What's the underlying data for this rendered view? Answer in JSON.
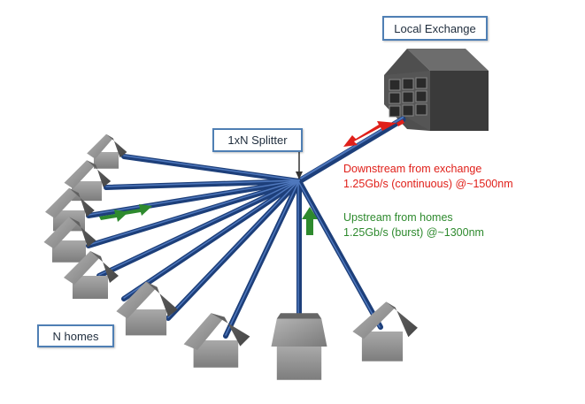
{
  "labels": {
    "local_exchange": "Local Exchange",
    "splitter": "1xN Splitter",
    "homes": "N homes"
  },
  "downstream": {
    "line1": "Downstream from exchange",
    "line2": "1.25Gb/s (continuous) @~1500nm",
    "color": "#e0201a"
  },
  "upstream": {
    "line1": "Upstream from homes",
    "line2": "1.25Gb/s (burst) @~1300nm",
    "color": "#2e8a2e"
  },
  "colors": {
    "fiber": "#1d3f7a",
    "fiber_highlight": "#4f78bd",
    "label_border": "#4f7fb4",
    "house_gray": "#8e8e8e"
  },
  "icons": [
    "exchange-cube-icon",
    "house-icon",
    "arrow-icon"
  ]
}
